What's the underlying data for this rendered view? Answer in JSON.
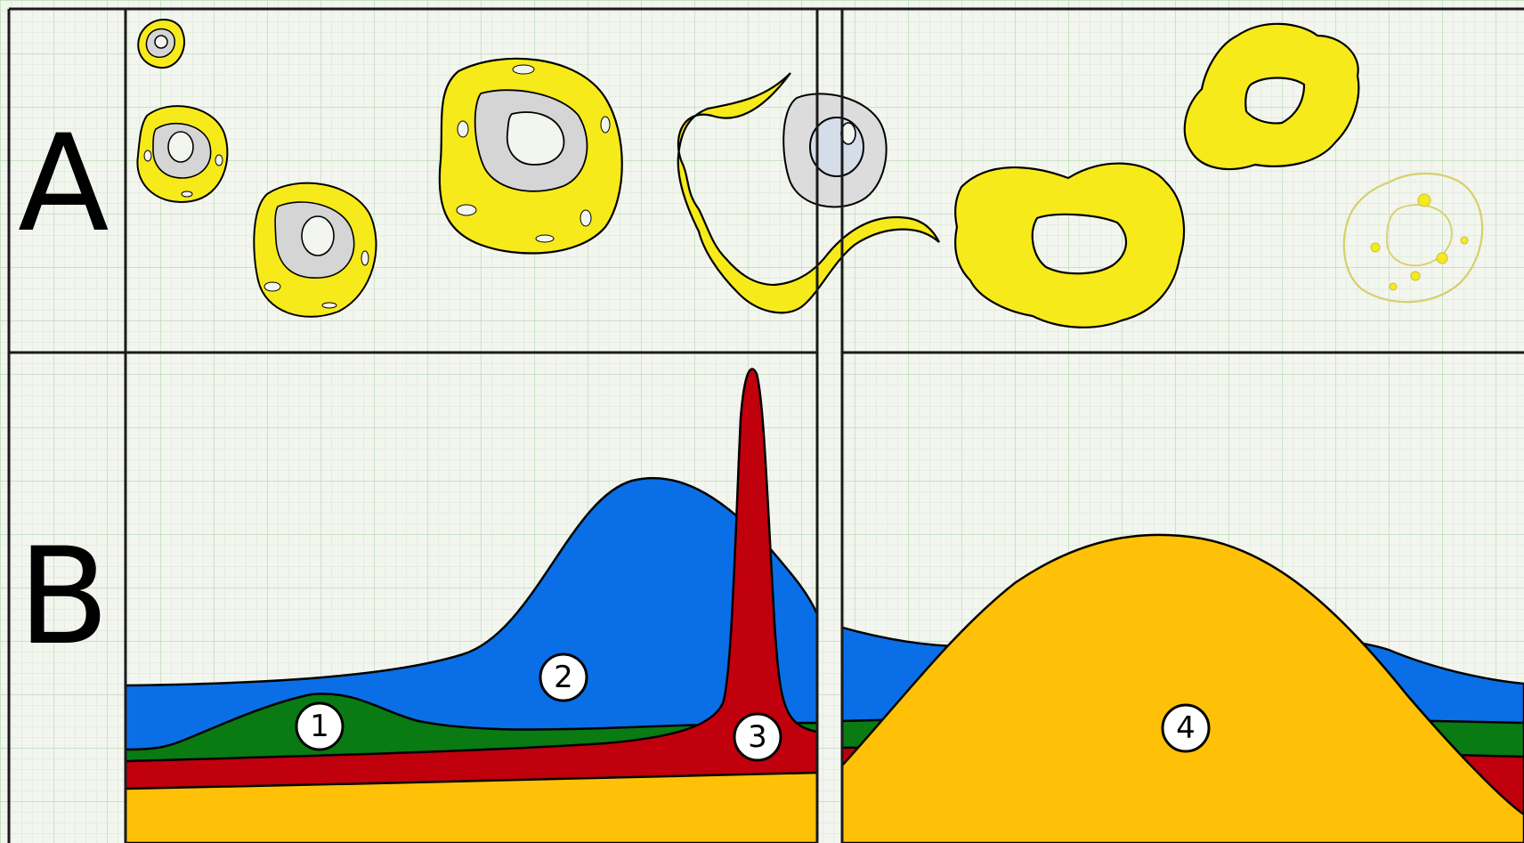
{
  "rows": [
    {
      "id": "A",
      "label": "A"
    },
    {
      "id": "B",
      "label": "B"
    }
  ],
  "markers": [
    {
      "id": "1",
      "text": "1"
    },
    {
      "id": "2",
      "text": "2"
    },
    {
      "id": "3",
      "text": "3"
    },
    {
      "id": "4",
      "text": "4"
    }
  ],
  "colors": {
    "background": "#f3f5ef",
    "grid_fine": "#d2e6cf",
    "grid_major": "#b3d6ad",
    "frame": "#1a1a1a",
    "yellow_cell": "#f7ea1a",
    "grey_cell": "#d5d5d5",
    "nucleus_blue": "#d5dde8",
    "blue_layer": "#0a6fe6",
    "green_layer": "#0a7a12",
    "red_layer": "#c0000d",
    "orange_layer": "#ffc107"
  }
}
